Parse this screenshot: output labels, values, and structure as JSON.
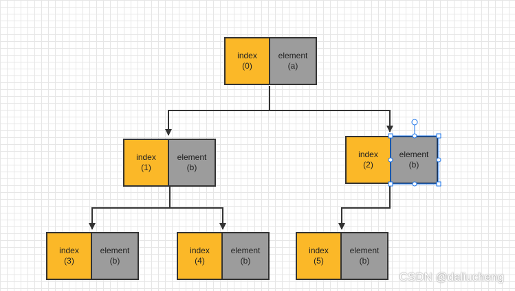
{
  "nodes": [
    {
      "id": "0",
      "index_word": "index",
      "index_value": "(0)",
      "element_word": "element",
      "element_value": "(a)"
    },
    {
      "id": "1",
      "index_word": "index",
      "index_value": "(1)",
      "element_word": "element",
      "element_value": "(b)"
    },
    {
      "id": "2",
      "index_word": "index",
      "index_value": "(2)",
      "element_word": "element",
      "element_value": "(b)",
      "selected": true
    },
    {
      "id": "3",
      "index_word": "index",
      "index_value": "(3)",
      "element_word": "element",
      "element_value": "(b)"
    },
    {
      "id": "4",
      "index_word": "index",
      "index_value": "(4)",
      "element_word": "element",
      "element_value": "(b)"
    },
    {
      "id": "5",
      "index_word": "index",
      "index_value": "(5)",
      "element_word": "element",
      "element_value": "(b)"
    }
  ],
  "edges": [
    {
      "from": "0",
      "to": "1"
    },
    {
      "from": "0",
      "to": "2"
    },
    {
      "from": "1",
      "to": "3"
    },
    {
      "from": "1",
      "to": "4"
    },
    {
      "from": "2",
      "to": "5"
    }
  ],
  "colors": {
    "index_fill": "#fbb828",
    "element_fill": "#9c9c9c",
    "border": "#333333",
    "connector": "#333333",
    "selection": "#1a73e8"
  },
  "watermark": "CSDN @daliucheng"
}
